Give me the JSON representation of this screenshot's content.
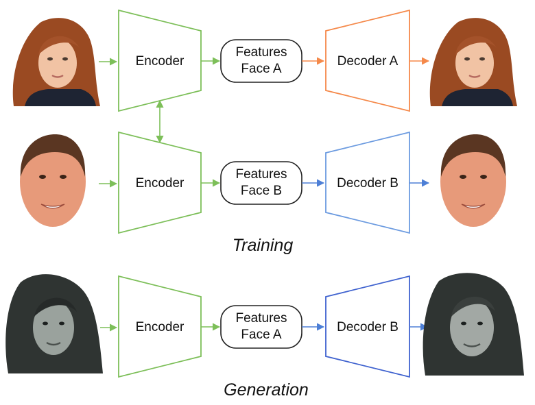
{
  "rows": [
    {
      "encoder": "Encoder",
      "features": [
        "Features",
        "Face A"
      ],
      "decoder": "Decoder A",
      "decoder_color": "#f5894a",
      "arrow_color": "#f5894a",
      "input_face": "face-a-photo",
      "output_face": "face-a-photo"
    },
    {
      "encoder": "Encoder",
      "features": [
        "Features",
        "Face B"
      ],
      "decoder": "Decoder B",
      "decoder_color": "#6c9be0",
      "arrow_color": "#4d7fd6",
      "input_face": "face-b-photo",
      "output_face": "face-b-photo"
    },
    {
      "encoder": "Encoder",
      "features": [
        "Features",
        "Face A"
      ],
      "decoder": "Decoder B",
      "decoder_color": "#3f62cf",
      "arrow_color": "#4d7fd6",
      "input_face": "face-a-grayscale-photo",
      "output_face": "face-b-on-a-grayscale-photo"
    }
  ],
  "captions": {
    "training": "Training",
    "generation": "Generation"
  },
  "colors": {
    "encoder": "#7dbf59",
    "input_arrow": "#7dbf59",
    "shared_link": "#7dbf59",
    "face_a_hair": "#9a4a22",
    "face_b_skin": "#e79a7a",
    "grayscale": "#3a403e"
  }
}
